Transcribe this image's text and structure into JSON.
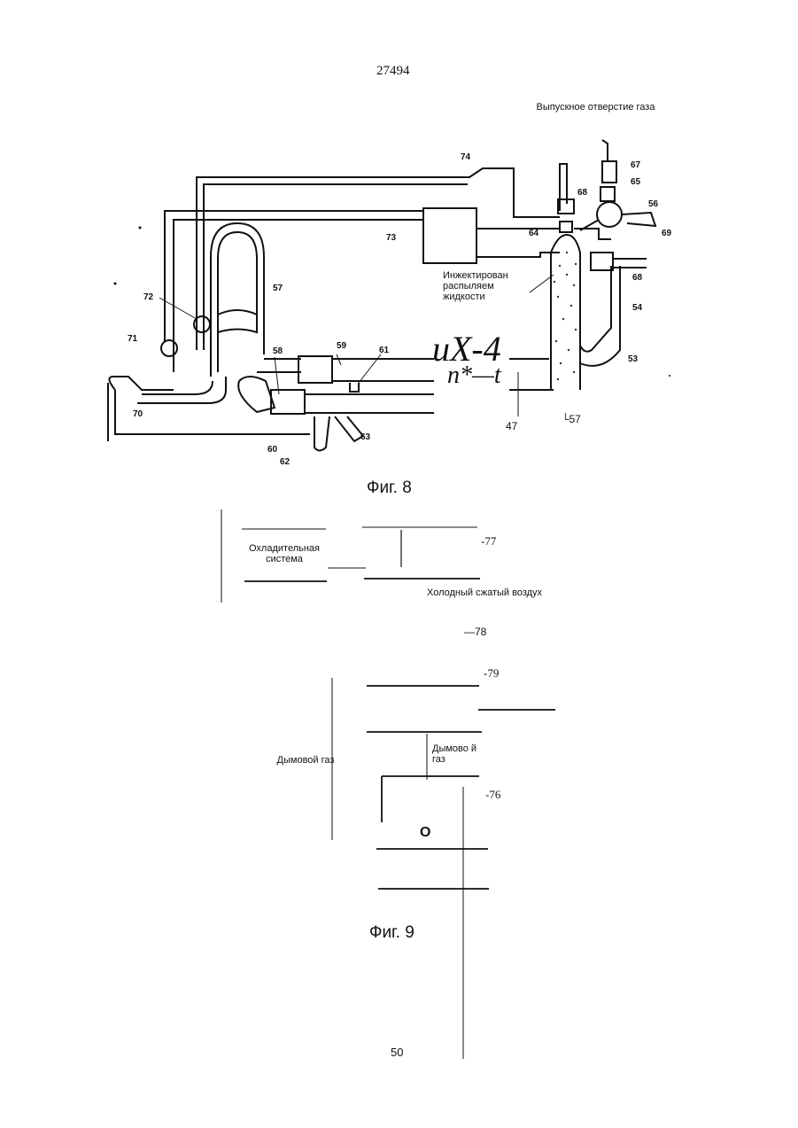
{
  "header": {
    "doc_number": "27494"
  },
  "fig8": {
    "caption": "Фиг. 8",
    "label_gas_outlet": "Выпускное отверстие газа",
    "label_injected": "Инжектирован распыляем жидкости",
    "ocr_artifact_1": "uX-4",
    "ocr_artifact_2": "п*—t",
    "ref_47": "47",
    "ref_57_bottom": "└57",
    "callouts": {
      "c74": "74",
      "c67": "67",
      "c65": "65",
      "c56": "56",
      "c68a": "68",
      "c73": "73",
      "c64": "64",
      "c69": "69",
      "c68b": "68",
      "c57": "57",
      "c54": "54",
      "c72": "72",
      "c71": "71",
      "c58": "58",
      "c59": "59",
      "c61": "61",
      "c53": "53",
      "c70": "70",
      "c60": "60",
      "c63": "63",
      "c62": "62"
    }
  },
  "fig9": {
    "caption": "Фиг. 9",
    "label_cooling": "Охладительная система",
    "ref_77": "-77",
    "label_cold_air": "Холодный сжатый воздух",
    "ref_78": "—78",
    "ref_79": "-79",
    "label_flue_left": "Дымовой газ",
    "label_flue_right": "Дымово й газ",
    "ref_76": "-76",
    "letter_o": "О"
  },
  "footer": {
    "page_number": "50"
  }
}
